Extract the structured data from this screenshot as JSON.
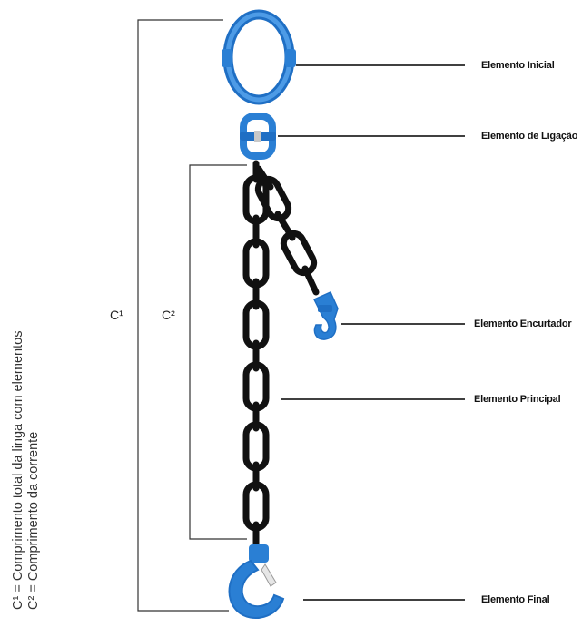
{
  "labels": {
    "elemento_inicial": "Elemento Inicial",
    "elemento_ligacao": "Elemento de Ligação",
    "elemento_encurtador": "Elemento Encurtador",
    "elemento_principal": "Elemento Principal",
    "elemento_final": "Elemento Final"
  },
  "dimensions": {
    "c1": "C¹",
    "c2": "C²"
  },
  "legend": {
    "line1": "C¹ = Comprimento total da linga com elementos",
    "line2": "C² = Comprimento da corrente"
  },
  "colors": {
    "component_blue": "#2a7fd4",
    "chain_black": "#111111",
    "leader_line": "#000000"
  }
}
